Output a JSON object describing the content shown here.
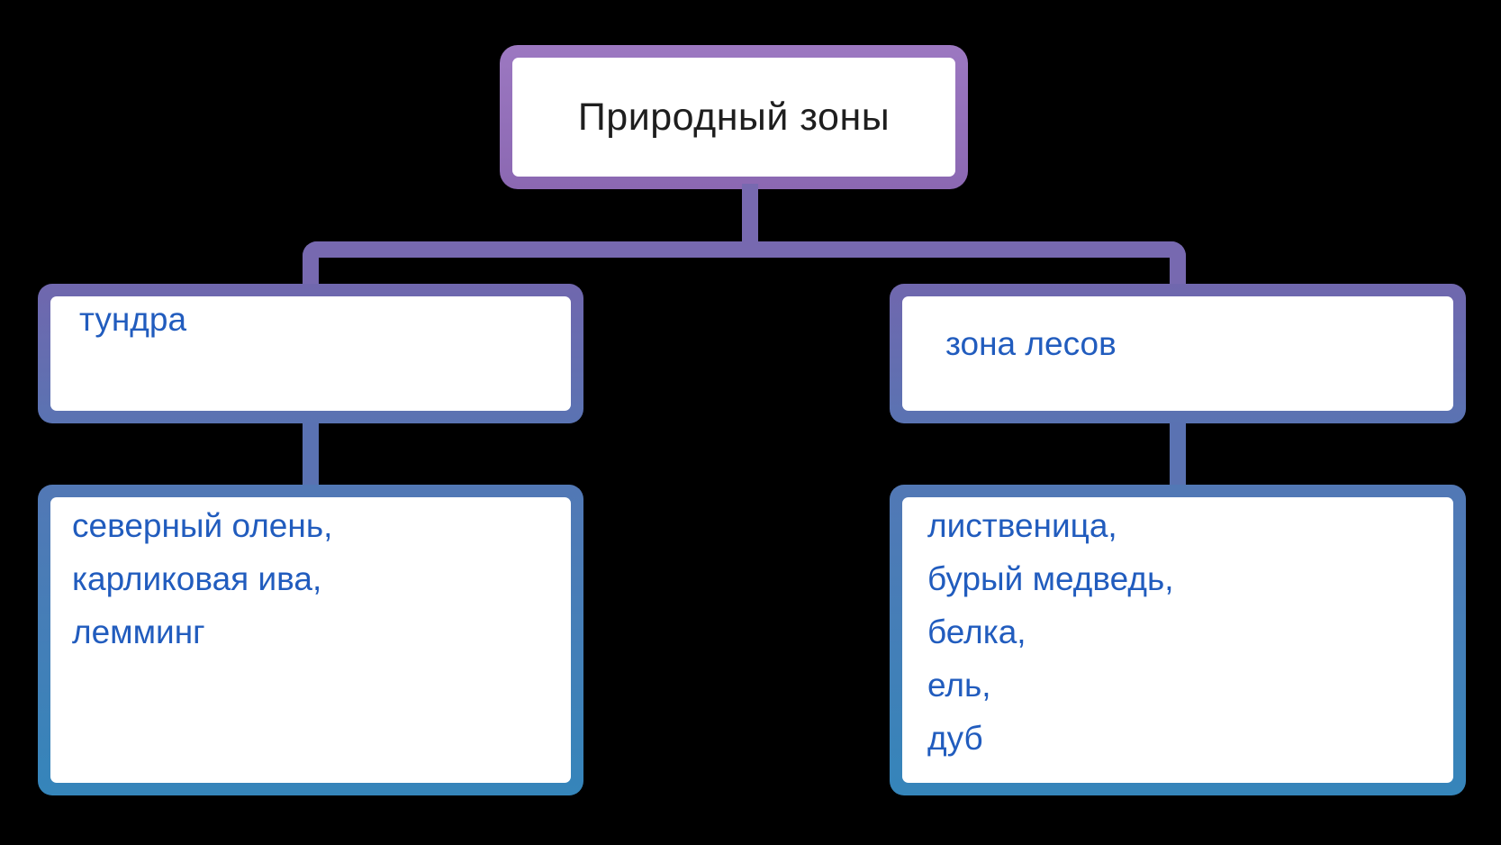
{
  "colors": {
    "background": "#000000",
    "title_border_top": "#9c78c1",
    "title_border_bottom": "#8b68b2",
    "connector_purple": "#7769b0",
    "connector_blue": "#5a72b2",
    "level2_border_top": "#7067ae",
    "level2_border_bottom": "#5a73b2",
    "level3_border_top": "#5278b5",
    "level3_border_bottom": "#3585ba",
    "box_fill": "#ffffff",
    "title_text_color": "#1e1e1e",
    "item_text_color": "#215cbe"
  },
  "diagram": {
    "title": "Природный зоны",
    "branches": [
      {
        "label": "тундра",
        "items": [
          "северный олень,",
          "карликовая ива,",
          "лемминг"
        ]
      },
      {
        "label": "зона лесов",
        "items": [
          "лиственица,",
          "бурый медведь,",
          "белка,",
          "ель,",
          "дуб"
        ]
      }
    ]
  }
}
